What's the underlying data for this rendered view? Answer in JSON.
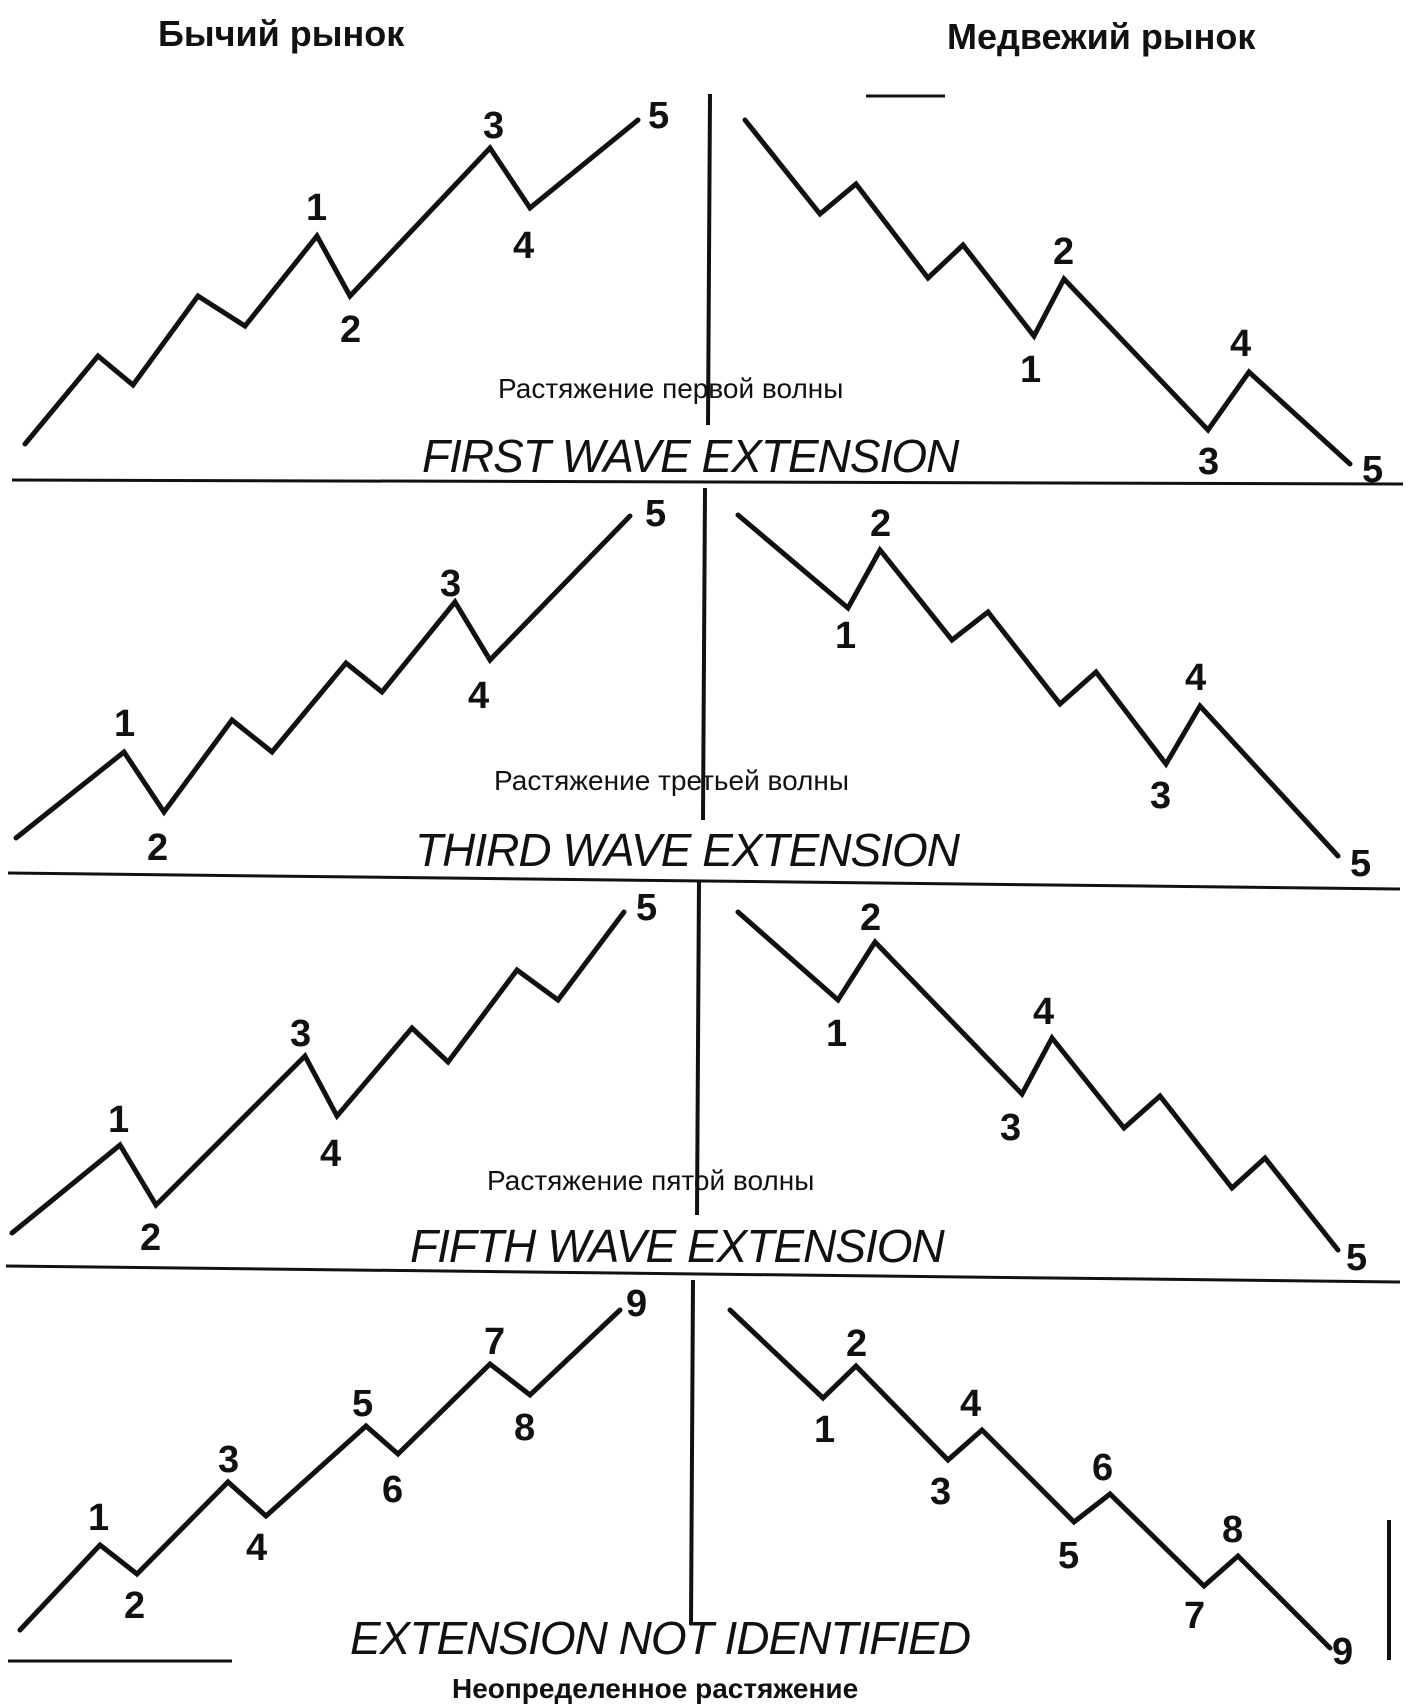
{
  "headers": {
    "bull": "Бычий рынок",
    "bear": "Медвежий рынок"
  },
  "panels": [
    {
      "name_ru": "Растяжение первой волны",
      "name_en": "FIRST WAVE EXTENSION",
      "bull_labels": [
        "1",
        "2",
        "3",
        "4",
        "5"
      ],
      "bear_labels": [
        "1",
        "2",
        "3",
        "4",
        "5"
      ]
    },
    {
      "name_ru": "Растяжение третьей волны",
      "name_en": "THIRD WAVE EXTENSION",
      "bull_labels": [
        "1",
        "2",
        "3",
        "4",
        "5"
      ],
      "bear_labels": [
        "1",
        "2",
        "3",
        "4",
        "5"
      ]
    },
    {
      "name_ru": "Растяжение пятой волны",
      "name_en": "FIFTH WAVE EXTENSION",
      "bull_labels": [
        "1",
        "2",
        "3",
        "4",
        "5"
      ],
      "bear_labels": [
        "1",
        "2",
        "3",
        "4",
        "5"
      ]
    },
    {
      "name_ru": "Неопределенное растяжение",
      "name_en": "EXTENSION NOT IDENTIFIED",
      "bull_labels": [
        "1",
        "2",
        "3",
        "4",
        "5",
        "6",
        "7",
        "8",
        "9"
      ],
      "bear_labels": [
        "1",
        "2",
        "3",
        "4",
        "5",
        "6",
        "7",
        "8",
        "9"
      ]
    }
  ]
}
